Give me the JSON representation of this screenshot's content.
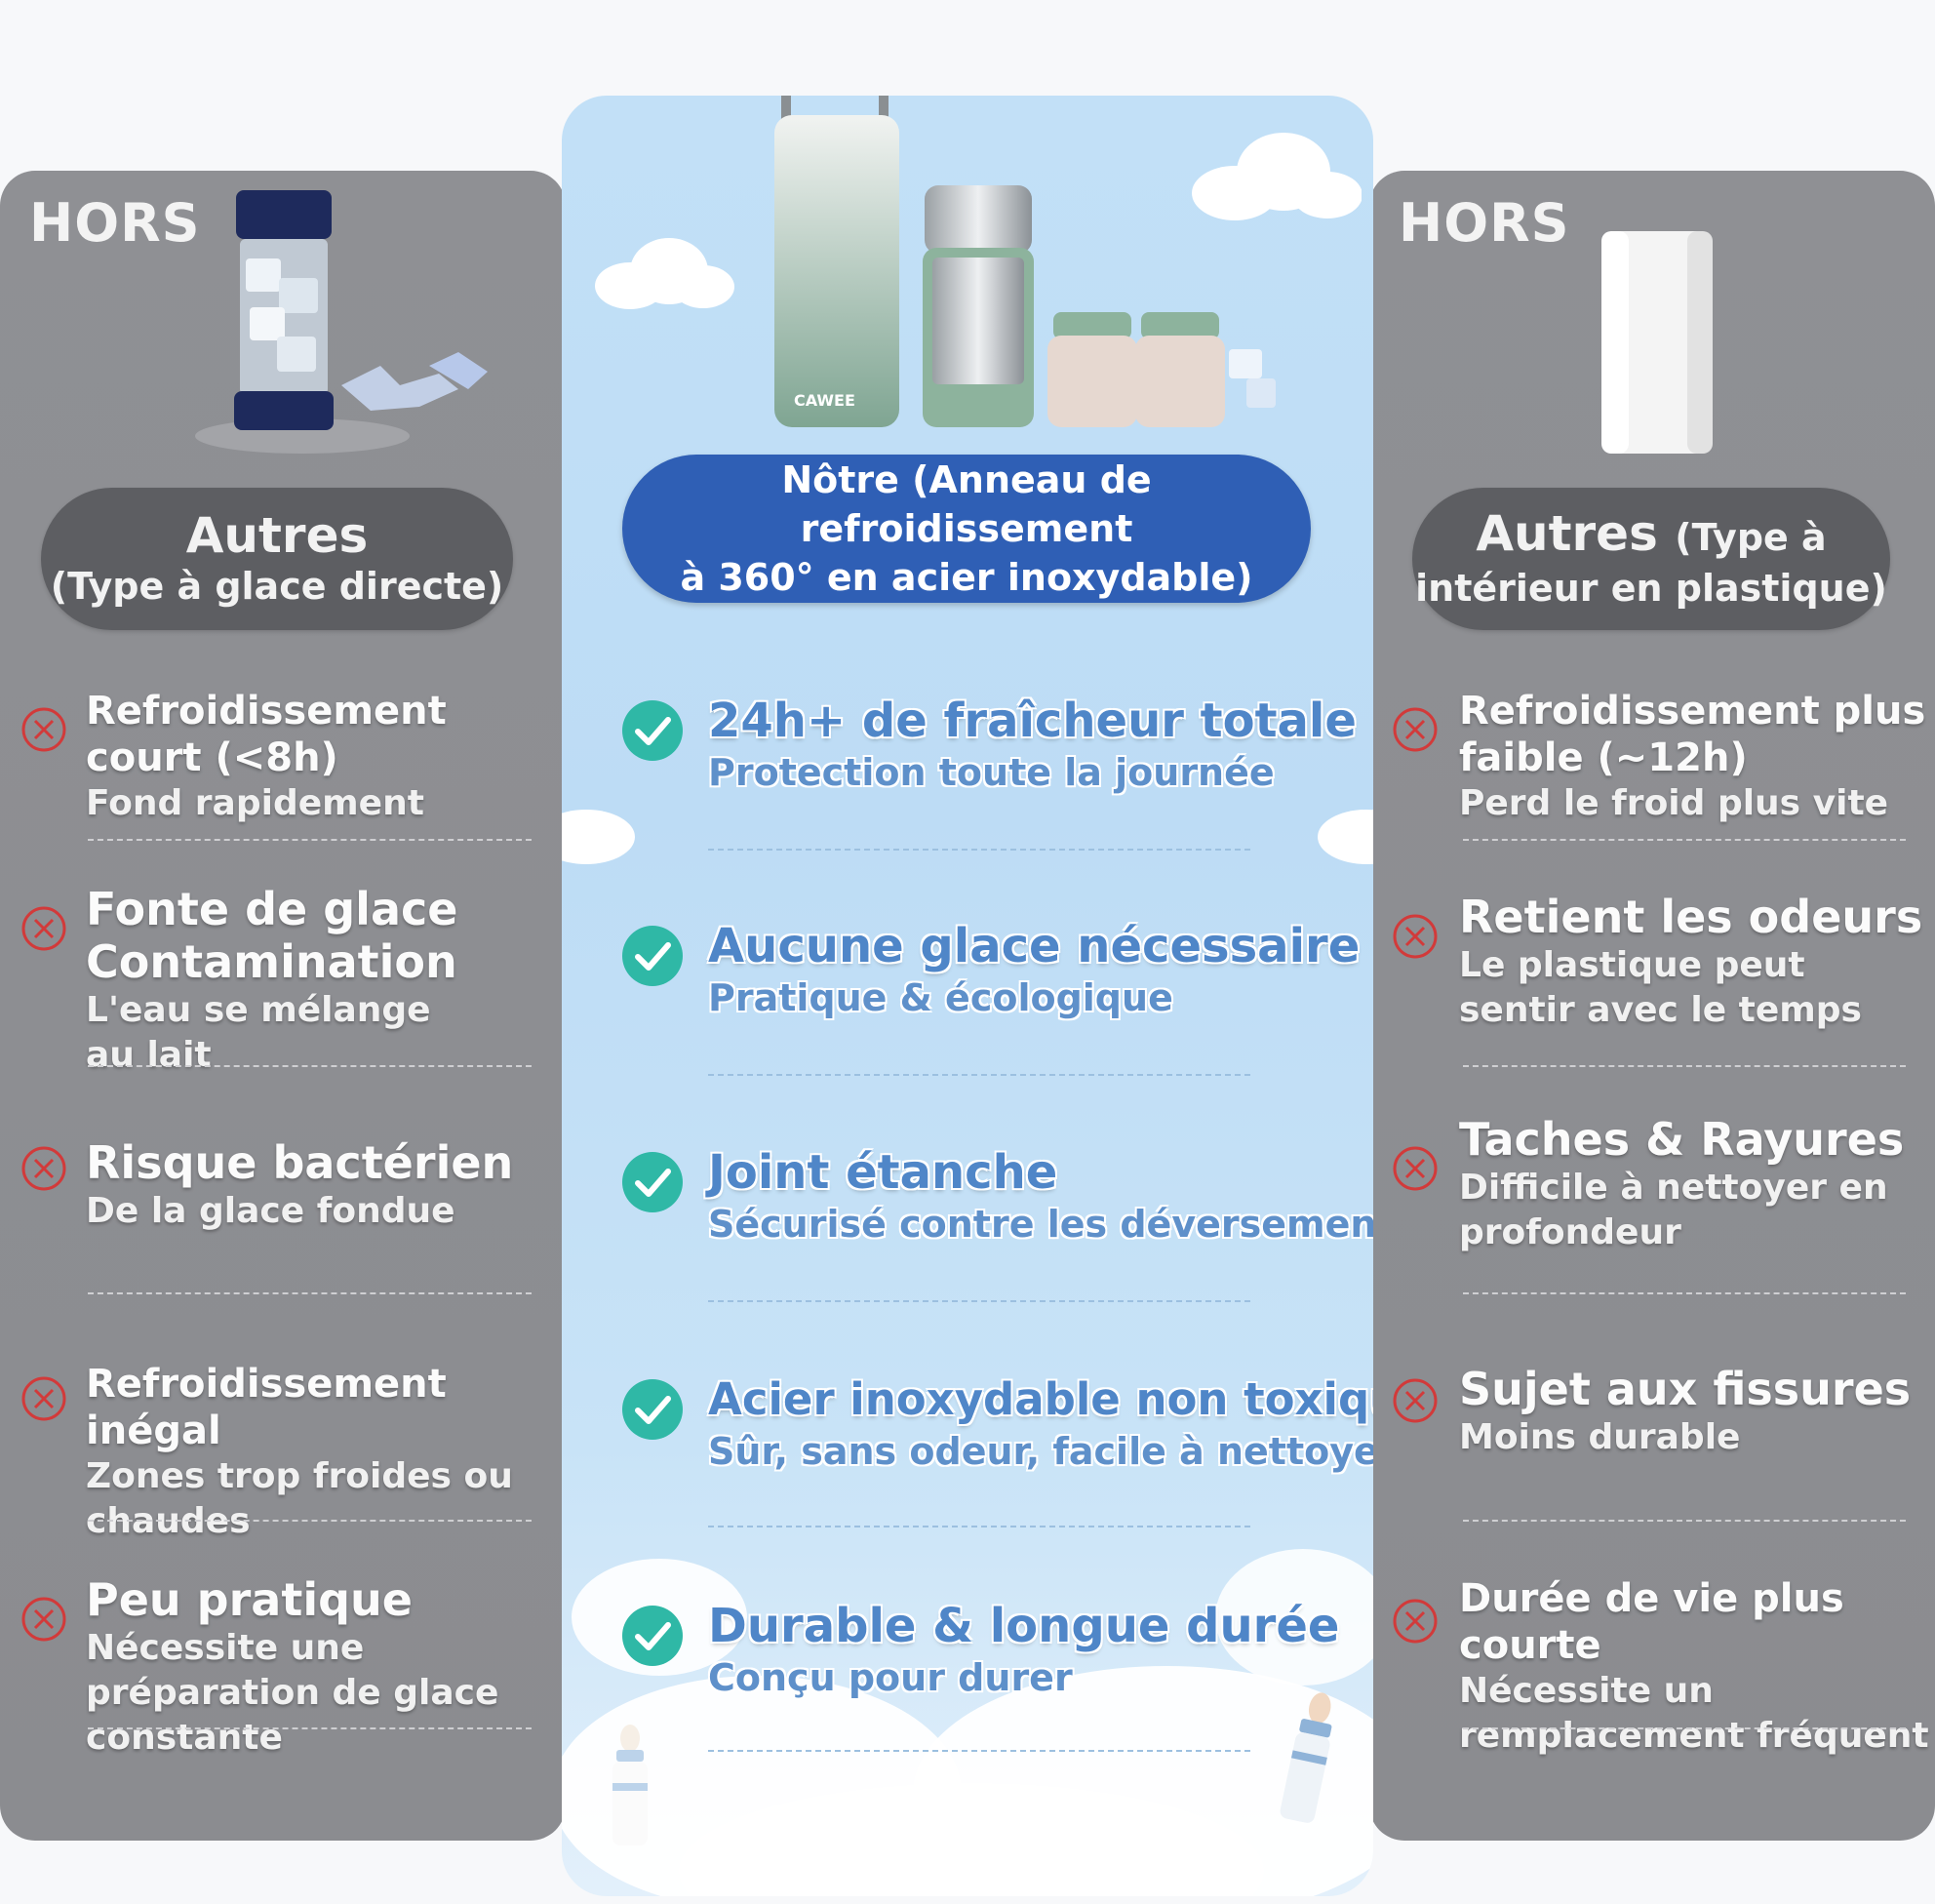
{
  "left": {
    "label": "HORS",
    "pill_title": "Autres",
    "pill_sub": "(Type à glace directe)",
    "items": [
      {
        "title": "Refroidissement court (<8h)",
        "sub": "Fond rapidement"
      },
      {
        "title": "Fonte de glace Contamination",
        "sub": "L'eau se mélange au lait"
      },
      {
        "title": "Risque bactérien",
        "sub": "De la glace fondue"
      },
      {
        "title": "Refroidissement inégal",
        "sub": "Zones trop froides ou chaudes"
      },
      {
        "title": "Peu pratique",
        "sub": "Nécessite une préparation de glace constante"
      }
    ]
  },
  "center": {
    "brand": "CAWEE",
    "pill_line1": "Nôtre (Anneau de refroidissement",
    "pill_line2": "à 360° en acier inoxydable)",
    "items": [
      {
        "title": "24h+ de fraîcheur totale",
        "sub": "Protection toute la journée"
      },
      {
        "title": "Aucune glace nécessaire",
        "sub": "Pratique & écologique"
      },
      {
        "title": "Joint étanche",
        "sub": "Sécurisé contre les déversements"
      },
      {
        "title": "Acier inoxydable non toxique",
        "sub": "Sûr, sans odeur, facile à nettoyer"
      },
      {
        "title": "Durable & longue durée",
        "sub": "Conçu pour durer"
      }
    ]
  },
  "right": {
    "label": "HORS",
    "pill_title": "Autres",
    "pill_title_small": "(Type à",
    "pill_sub": "intérieur en plastique)",
    "items": [
      {
        "title": "Refroidissement plus faible (~12h)",
        "sub": "Perd le froid plus vite"
      },
      {
        "title": "Retient les odeurs",
        "sub": "Le plastique peut sentir avec le temps"
      },
      {
        "title": "Taches & Rayures",
        "sub": "Difficile à nettoyer en profondeur"
      },
      {
        "title": "Sujet aux fissures",
        "sub": "Moins durable"
      },
      {
        "title": "Durée de vie plus courte",
        "sub": "Nécessite un remplacement fréquent"
      }
    ]
  },
  "colors": {
    "check": "#2fb8a6",
    "cross": "#d23a3a",
    "pill_blue": "#2f5fb5",
    "pill_gray": "#5d5e62"
  }
}
